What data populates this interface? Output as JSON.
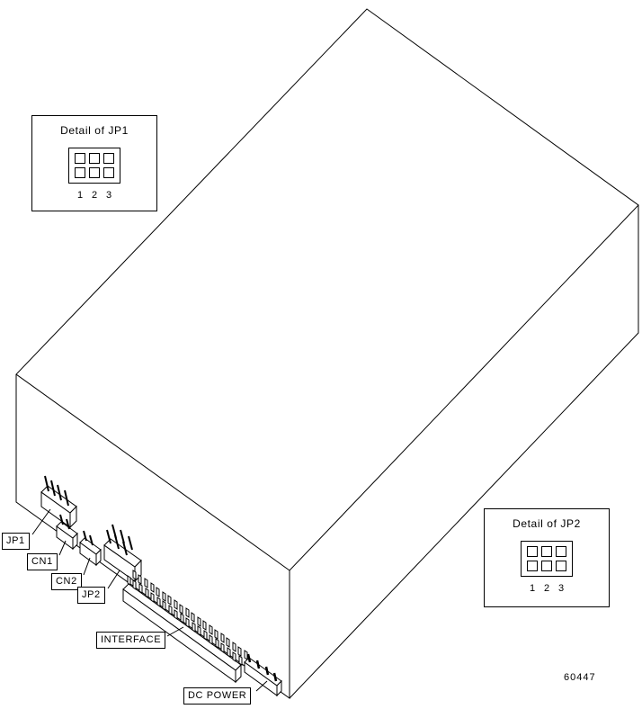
{
  "figure": {
    "number": "60447"
  },
  "details": {
    "jp1": {
      "title": "Detail of JP1",
      "pin_numbers": [
        "1",
        "2",
        "3"
      ]
    },
    "jp2": {
      "title": "Detail of JP2",
      "pin_numbers": [
        "1",
        "2",
        "3"
      ]
    }
  },
  "callouts": {
    "jp1": "JP1",
    "cn1": "CN1",
    "cn2": "CN2",
    "jp2": "JP2",
    "interface": "INTERFACE",
    "dc_power": "DC POWER"
  },
  "colors": {
    "line": "#000000",
    "background": "#ffffff"
  }
}
